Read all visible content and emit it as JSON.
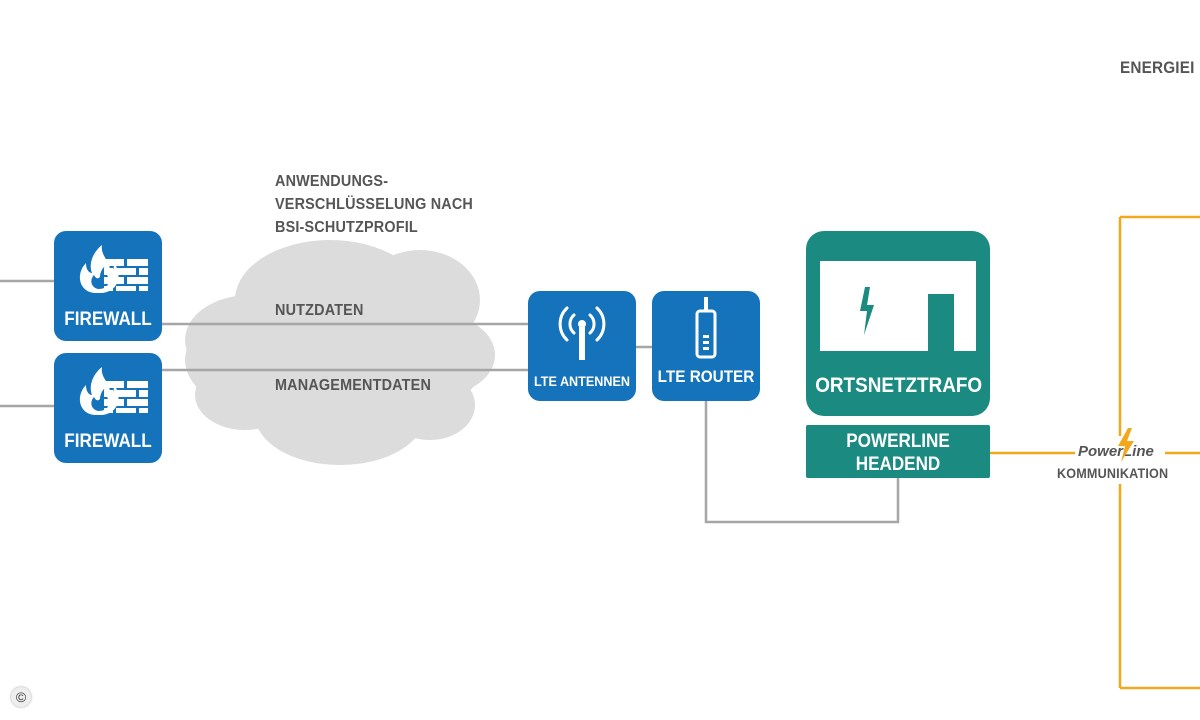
{
  "header": {
    "title_partial": "ENERGIEI"
  },
  "cloud": {
    "encryption_note": [
      "ANWENDUNGS-",
      "VERSCHLÜSSELUNG NACH",
      "BSI-SCHUTZPROFIL"
    ],
    "link_user_data": "NUTZDATEN",
    "link_management_data": "MANAGEMENTDATEN"
  },
  "nodes": {
    "firewall_top": "FIREWALL",
    "firewall_bottom": "FIREWALL",
    "lte_antenna": "LTE ANTENNEN",
    "lte_router": "LTE ROUTER",
    "transformer": "ORTSNETZTRAFO",
    "headend": [
      "POWERLINE",
      "HEADEND"
    ]
  },
  "powerline": {
    "logo_text_1": "Power",
    "logo_text_2": "Line",
    "caption": "KOMMUNIKATION"
  },
  "footer": {
    "copyright": "©"
  },
  "colors": {
    "blue": "#1473bb",
    "teal": "#1b8a80",
    "cloud": "#dcdcdc",
    "line_gray": "#a6a6a6",
    "orange": "#f2a81d",
    "text": "#555555"
  },
  "icons": [
    "flame-icon",
    "brick-wall-icon",
    "antenna-icon",
    "router-icon",
    "lightning-icon",
    "meter-icon"
  ]
}
